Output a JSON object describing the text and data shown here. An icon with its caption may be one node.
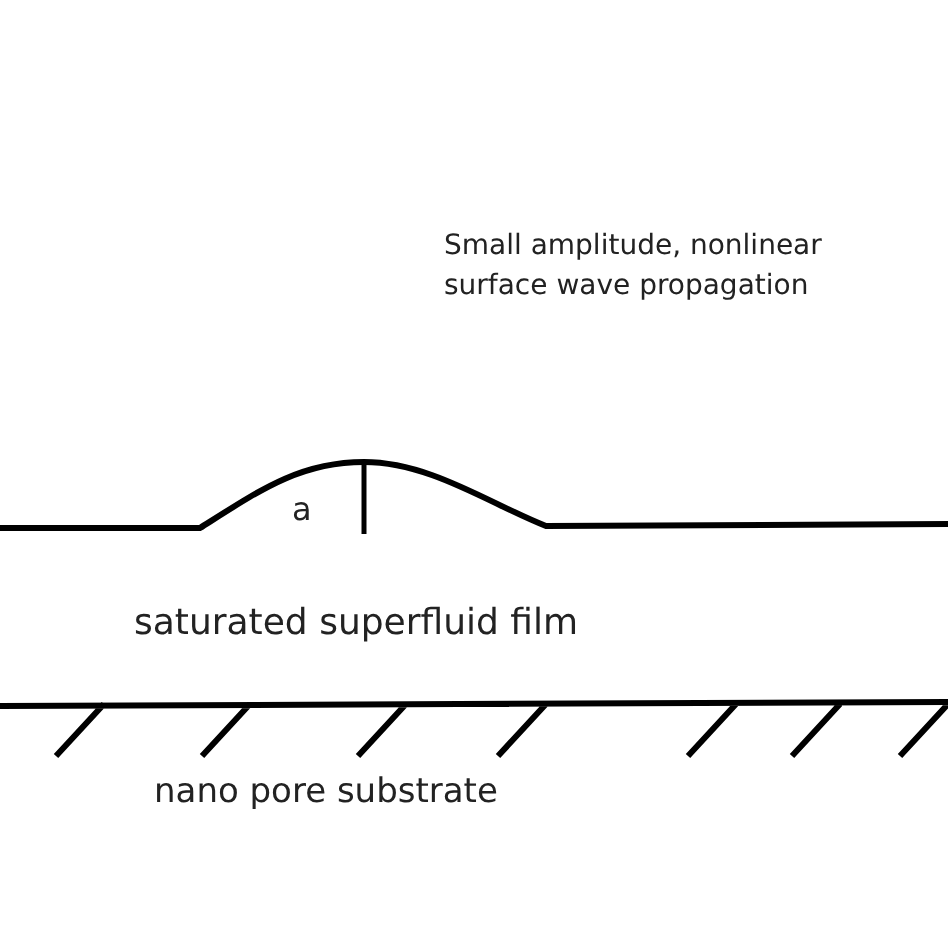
{
  "diagram": {
    "labels": [
      "Small amplitude, nonlinear surface wave propagation",
      "a",
      "saturated superfluid film",
      "nano pore substrate"
    ]
  }
}
